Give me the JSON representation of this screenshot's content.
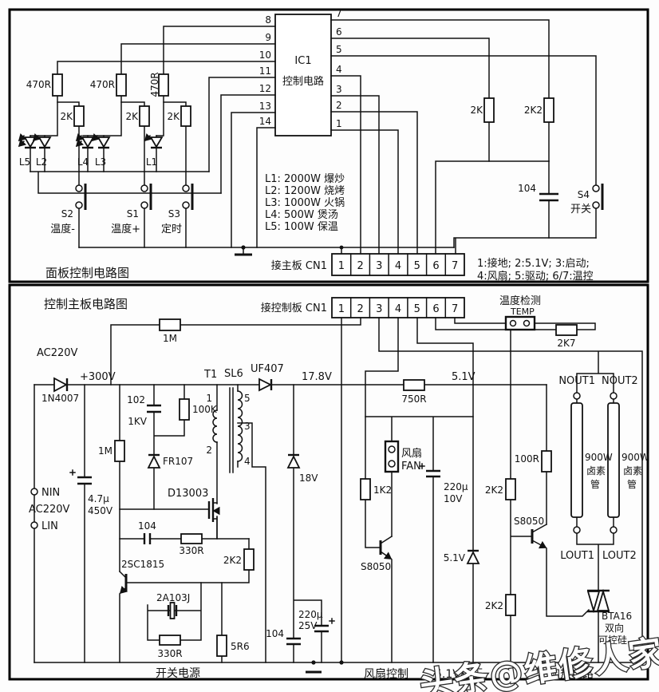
{
  "top": {
    "title": "面板控制电路图",
    "ic": {
      "name": "IC1",
      "desc": "控制电路",
      "left_pins": [
        "8",
        "9",
        "10",
        "11",
        "12",
        "13",
        "14"
      ],
      "right_pins": [
        "7",
        "6",
        "5",
        "4",
        "3",
        "2",
        "1"
      ]
    },
    "parts": {
      "r470": "470R",
      "r2k": "2K",
      "r2k2": "2K2",
      "c104": "104"
    },
    "leds": {
      "l5": "L5",
      "l2": "L2",
      "l4": "L4",
      "l3": "L3",
      "l1": "L1"
    },
    "switches": {
      "s2": "S2",
      "s2_label": "温度-",
      "s1": "S1",
      "s1_label": "温度+",
      "s3": "S3",
      "s3_label": "定时",
      "s4": "S4",
      "s4_label": "开关"
    },
    "legend": [
      "L1: 2000W 爆炒",
      "L2: 1200W 烧烤",
      "L3: 1000W 火锅",
      "L4: 500W  煲汤",
      "L5: 100W  保温"
    ],
    "connector": {
      "label": "接主板 CN1",
      "pins": [
        "1",
        "2",
        "3",
        "4",
        "5",
        "6",
        "7"
      ]
    },
    "note": [
      "1:接地;  2:5.1V;  3:启动;",
      "4:风扇;  5:驱动;  6/7:温控"
    ]
  },
  "bottom": {
    "title": "控制主板电路图",
    "connector": {
      "label": "接控制板 CN1",
      "pins": [
        "1",
        "2",
        "3",
        "4",
        "5",
        "6",
        "7"
      ]
    },
    "temp": {
      "title": "温度检测",
      "name": "TEMP",
      "resistor": "2K7"
    },
    "power": {
      "r1m": "1M",
      "ac220v": "AC220V",
      "diode": "1N4007",
      "v300": "+300V",
      "c102": "102",
      "c102v": "1KV",
      "r100k": "100K",
      "r1m2": "1M",
      "fr107": "FR107",
      "t1": "T1",
      "sl6": "SL6",
      "uf407": "UF407",
      "v178": "17.8V",
      "mosfet": "D13003",
      "c47": "4.7µ",
      "c47v": "450V",
      "nin": "NIN",
      "lin": "LIN",
      "ac_in": "AC220V",
      "c104": "104",
      "r330": "330R",
      "q1": "2SC1815",
      "r2k2": "2K2",
      "z18": "18V",
      "xt": "2A103J",
      "r330b": "330R",
      "r5r6": "5R6",
      "c104b": "104",
      "c220": "220µ",
      "c220v": "25V",
      "label": "开关电源",
      "pins": {
        "p1": "1",
        "p2": "2",
        "p5": "5",
        "p3": "3",
        "p4": "4"
      }
    },
    "fan": {
      "r750": "750R",
      "v51": "5.1V",
      "fan_cn": "风扇",
      "fan_en": "FAN",
      "r1k2": "1K2",
      "c220": "220µ",
      "c220v": "10V",
      "q": "S8050",
      "z51": "5.1V",
      "label": "风扇控制",
      "label2": "5.1V稳压"
    },
    "heat": {
      "r2k2a": "2K2",
      "r2k2b": "2K2",
      "r100": "100R",
      "q": "S8050",
      "nout1": "NOUT1",
      "nout2": "NOUT2",
      "lout1": "LOUT1",
      "lout2": "LOUT2",
      "tube_w": "900W",
      "tube_a": "卤素",
      "tube_b": "管",
      "triac": "BTA16",
      "triac_a": "双向",
      "triac_b": "可控硅",
      "label": "加热电路"
    }
  },
  "watermark": "头条@维修人家"
}
